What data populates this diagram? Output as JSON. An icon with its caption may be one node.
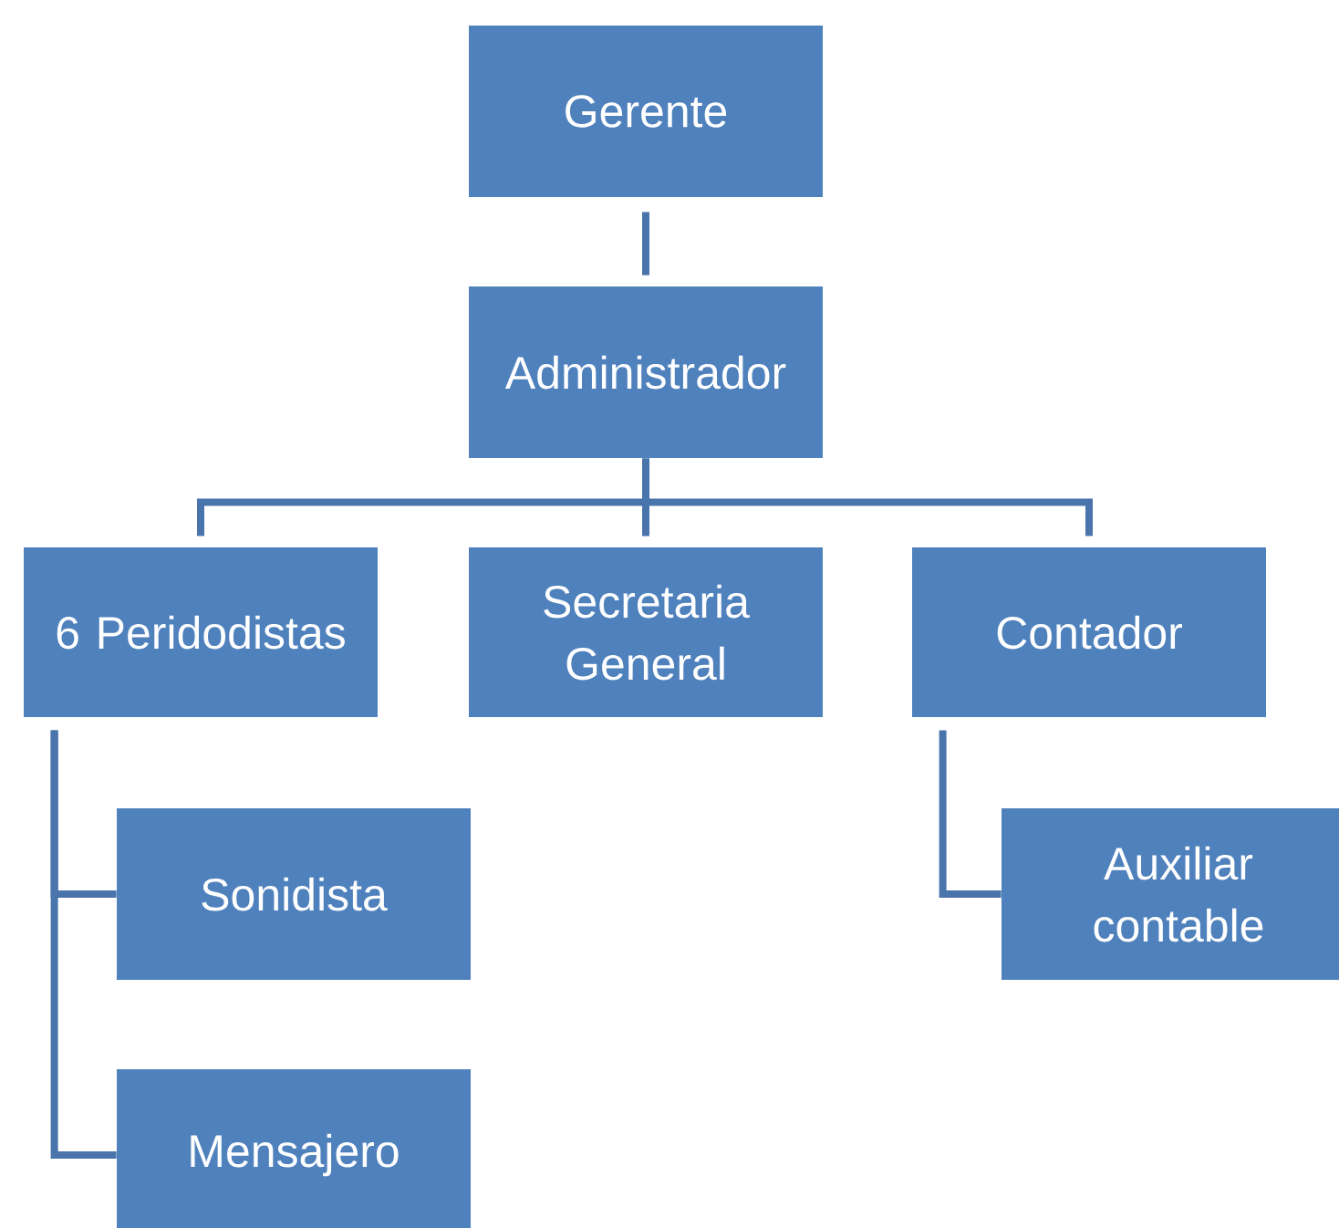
{
  "diagram": {
    "nodes": [
      {
        "text": [
          "Gerente"
        ]
      },
      {
        "text": [
          "Administrador"
        ]
      },
      {
        "text": [
          "6 Peridodistas"
        ]
      },
      {
        "text": [
          "Secretaria General"
        ]
      },
      {
        "text": [
          "Contador"
        ]
      },
      {
        "text": [
          "Sonidista"
        ]
      },
      {
        "text": [
          "Mensajero"
        ]
      },
      {
        "text": [
          "Auxiliar contable"
        ]
      }
    ],
    "edges": [
      {
        "from": 0,
        "to": 1,
        "arrow": "none"
      },
      {
        "from": 1,
        "to": 2,
        "arrow": "none"
      },
      {
        "from": 1,
        "to": 3,
        "arrow": "none"
      },
      {
        "from": 1,
        "to": 4,
        "arrow": "none"
      },
      {
        "from": 2,
        "to": 5,
        "arrow": "none"
      },
      {
        "from": 2,
        "to": 6,
        "arrow": "none"
      },
      {
        "from": 4,
        "to": 7,
        "arrow": "none"
      }
    ]
  }
}
